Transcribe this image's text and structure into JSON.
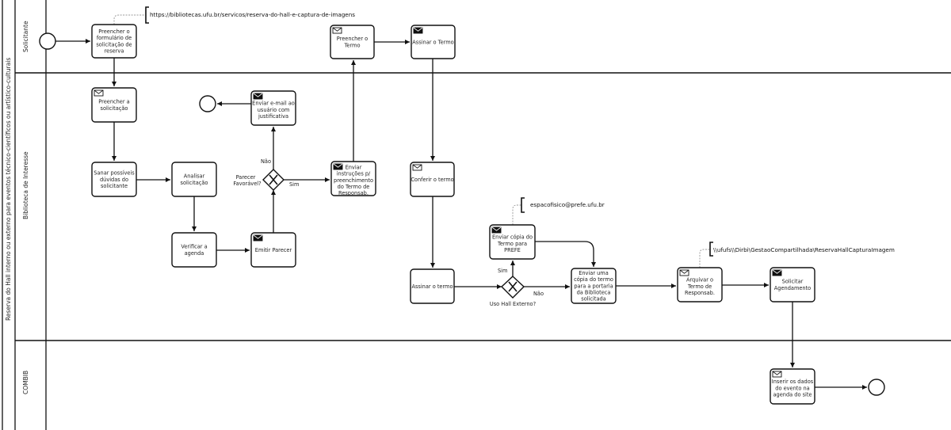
{
  "pool": {
    "title": "Reserva do Hall interno ou externo para eventos técnico-científicos ou artístico-culturais",
    "lanes": [
      {
        "id": "solicitante",
        "label": "Solicitante"
      },
      {
        "id": "biblioteca",
        "label": "Biblioteca de Interesse"
      },
      {
        "id": "combib",
        "label": "COMBIB"
      }
    ]
  },
  "tasks": [
    {
      "id": "t1",
      "lines": [
        "Preencher o",
        "formulário de",
        "solicitação de",
        "reserva"
      ],
      "icon": "none"
    },
    {
      "id": "t2",
      "lines": [
        "Preencher o",
        "Termo"
      ],
      "icon": "receive"
    },
    {
      "id": "t3",
      "lines": [
        "Assinar o Termo"
      ],
      "icon": "send"
    },
    {
      "id": "t4",
      "lines": [
        "Preencher a",
        "solicitação"
      ],
      "icon": "receive"
    },
    {
      "id": "t5",
      "lines": [
        "Sanar possíveis",
        "dúvidas do",
        "solicitante"
      ],
      "icon": "none"
    },
    {
      "id": "t6",
      "lines": [
        "Analisar",
        "solicitação"
      ],
      "icon": "none"
    },
    {
      "id": "t7",
      "lines": [
        "Verificar a",
        "agenda"
      ],
      "icon": "none"
    },
    {
      "id": "t8",
      "lines": [
        "Emitir Parecer"
      ],
      "icon": "send"
    },
    {
      "id": "t9",
      "lines": [
        "Enviar e-mail ao",
        "usuário com",
        "justificativa"
      ],
      "icon": "send"
    },
    {
      "id": "t10",
      "lines": [
        "Enviar",
        "instruções p/",
        "preenchimento",
        "do Termo de",
        "Responsab."
      ],
      "icon": "send"
    },
    {
      "id": "t11",
      "lines": [
        "Conferir o termo"
      ],
      "icon": "receive"
    },
    {
      "id": "t12",
      "lines": [
        "Assinar o termo"
      ],
      "icon": "none"
    },
    {
      "id": "t13",
      "lines": [
        "Enviar cópia do",
        "Termo para",
        "PREFE"
      ],
      "icon": "send"
    },
    {
      "id": "t14",
      "lines": [
        "Enviar uma",
        "cópia do termo",
        "para a portaria",
        "da Biblioteca",
        "solicitada"
      ],
      "icon": "none"
    },
    {
      "id": "t15",
      "lines": [
        "Arquivar o",
        "Termo de",
        "Responsab."
      ],
      "icon": "receive"
    },
    {
      "id": "t16",
      "lines": [
        "Solicitar",
        "Agendamento"
      ],
      "icon": "send"
    },
    {
      "id": "t17",
      "lines": [
        "Inserir os dados",
        "do evento na",
        "agenda do site"
      ],
      "icon": "receive"
    }
  ],
  "gateways": [
    {
      "id": "g1",
      "label": [
        "Parecer",
        "Favorável?"
      ],
      "yes": "Sim",
      "no": "Não"
    },
    {
      "id": "g2",
      "label": [
        "Uso Hall Externo?"
      ],
      "yes": "Sim",
      "no": "Não"
    }
  ],
  "annotations": [
    {
      "id": "a1",
      "text": "https://bibliotecas.ufu.br/servicos/reserva-do-hall-e-captura-de-imagens"
    },
    {
      "id": "a2",
      "text": "espacofisico@prefe.ufu.br"
    },
    {
      "id": "a3",
      "text": "\\\\ufufs\\\\Dirbi\\GestaoCompartilhada\\ReservaHallCapturaImagem"
    }
  ]
}
